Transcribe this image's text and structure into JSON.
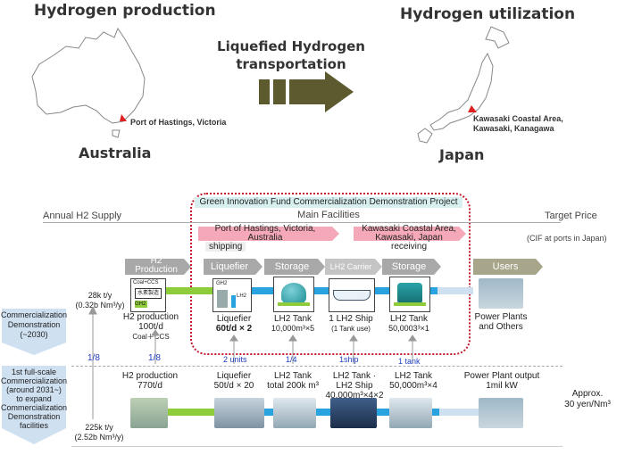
{
  "header": {
    "production_title": "Hydrogen production",
    "utilization_title": "Hydrogen utilization",
    "transport_title_line1": "Liquefied Hydrogen",
    "transport_title_line2": "transportation",
    "country_left": "Australia",
    "country_right": "Japan",
    "place_left": "Port of Hastings, Victoria",
    "place_right_line1": "Kawasaki Coastal Area,",
    "place_right_line2": "Kawasaki, Kanagawa"
  },
  "project": {
    "box_title": "Green Innovation Fund Commercialization Demonstration Project",
    "main_facilities": "Main Facilities",
    "annual_supply": "Annual H2 Supply",
    "target_price": "Target Price",
    "target_price_note": "(CIF at ports in Japan)",
    "location_left_line1": "Port of Hastings, Victoria,",
    "location_left_line2": "Australia",
    "location_right_line1": "Kawasaki Coastal Area,",
    "location_right_line2": "Kawasaki, Japan",
    "shipping_label": "shipping",
    "receiving_label": "receiving"
  },
  "stages": {
    "production": "H2\nProduction",
    "production_line1": "H2",
    "production_line2": "Production",
    "liquefier": "Liquefier",
    "storage1": "Storage",
    "carrier": "LH2 Carrier",
    "storage2": "Storage",
    "users": "Users"
  },
  "icon_labels": {
    "coal_ccs": "Coal+CCS",
    "h2_plant_jp": "水素製造",
    "gh2": "GH2",
    "lh2": "LH2"
  },
  "demo": {
    "supply_line1": "28k t/y",
    "supply_line2": "(0.32b Nm³/y)",
    "phase_line1": "Commercialization",
    "phase_line2": "Demonstration",
    "phase_line3": "(~2030)",
    "production_line1": "H2 production",
    "production_line2": "100t/d",
    "production_line3": "Coal＋CCS",
    "liquefier_line1": "Liquefier",
    "liquefier_line2": "60t/d × 2",
    "tank1_line1": "LH2 Tank",
    "tank1_line2": "10,000m³×5",
    "ship_line1": "1 LH2 Ship",
    "ship_line2": "(1 Tank use)",
    "tank2_line1": "LH2 Tank",
    "tank2_line2": "50,0003³×1",
    "users_line1": "Power Plants",
    "users_line2": "and Others"
  },
  "ratios": {
    "supply": "1/8",
    "production": "1/8",
    "liquefier": "2 units",
    "tank1": "1/4",
    "ship": "1ship",
    "tank2": "1 tank"
  },
  "full": {
    "phase_line1": "1st full-scale",
    "phase_line2": "Commercialization",
    "phase_line3": "(around 2031~)",
    "phase_line4": "to expand",
    "phase_line5": "Commercialization",
    "phase_line6": "Demonstration",
    "phase_line7": "facilities",
    "supply_line1": "225k t/y",
    "supply_line2": "(2.52b Nm³/y)",
    "production_line1": "H2 production",
    "production_line2": "770t/d",
    "liquefier_line1": "Liquefier",
    "liquefier_line2": "50t/d × 20",
    "tank1_line1": "LH2 Tank",
    "tank1_line2": "total 200k m³",
    "ship_line1": "LH2 Tank ·",
    "ship_line2": "LH2 Ship",
    "ship_line3": "40,000m³×4×2",
    "tank2_line1": "LH2 Tank",
    "tank2_line2": "50,000m³×4",
    "users_line1": "Power Plant output",
    "users_line2": "1mil kW",
    "price_line1": "Approx.",
    "price_line2": "30 yen/Nm³"
  },
  "colors": {
    "stage_grey": "#a8a8a8",
    "pipe_green": "#8fcc3c",
    "pipe_blue": "#29a3e0",
    "pink_band": "#f5a9b8",
    "dotted_red": "#c0192a",
    "teal_band": "#d7f0ef",
    "arrow_olive": "#5c5a2e",
    "phase_blue": "#cfe0f1"
  }
}
